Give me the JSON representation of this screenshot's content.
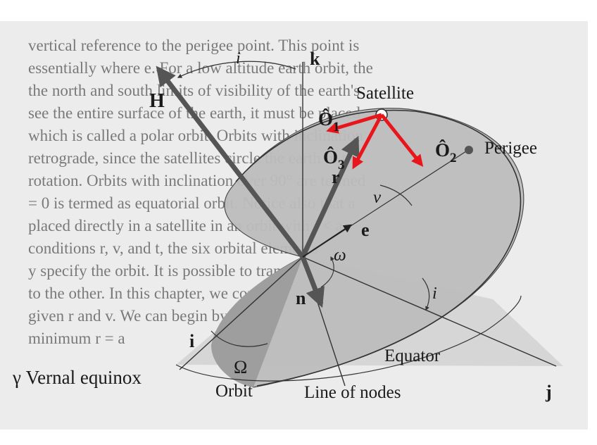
{
  "labels": {
    "k": "k",
    "i_top": "i",
    "H": "H",
    "satellite": "Satellite",
    "O1_hat": "Ô",
    "O1_sub": "1",
    "O2_hat": "Ô",
    "O2_sub": "2",
    "O3_hat": "Ô",
    "O3_sub": "3",
    "perigee": "Perigee",
    "r": "r",
    "nu": "ν",
    "e": "e",
    "omega": "ω",
    "n": "n",
    "i_right": "i",
    "i_axis": "i",
    "equator": "Equator",
    "Omega": "Ω",
    "orbit": "Orbit",
    "line_of_nodes": "Line of nodes",
    "vernal_equinox": "γ Vernal equinox",
    "j": "j"
  },
  "colors": {
    "red_arrow": "#e8161b",
    "gray_vector": "#555555",
    "orbit_fill": "#bdbdbd",
    "page_bg": "#ececec"
  },
  "background_text": [
    "vertical reference to the perigee point. This point is",
    "essentially where e. For a low altitude earth orbit, the",
    "the north and south limits of visibility of the earth's",
    "see the entire surface of the earth, it must be placed",
    "which is called a polar orbit. Orbits with inclination",
    "retrograde, since the satellites circle the earth in the",
    "rotation. Orbits with inclination over 90° are termed",
    "= 0 is termed as equatorial orbit. Notice also that a",
    "placed directly in a satellite in an orbit with i < a.",
    "conditions r, v, and t, the six orbital elements",
    "y specify the orbit. It is possible to transform",
    "to the other. In this chapter, we consider the problem of",
    "given r and v. We can begin by calculating the h (2.0",
    "minimum r = a"
  ]
}
